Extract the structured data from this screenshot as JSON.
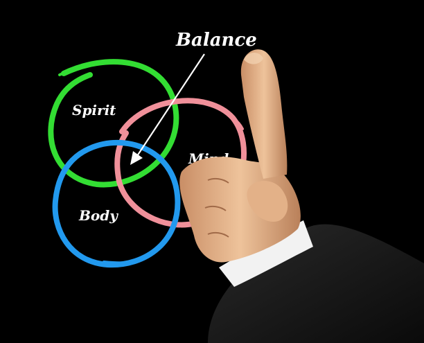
{
  "diagram": {
    "title": "Balance",
    "circles": [
      {
        "label": "Spirit",
        "color": "#33dd33"
      },
      {
        "label": "Mind",
        "color": "#f0909a"
      },
      {
        "label": "Body",
        "color": "#2299ee"
      }
    ]
  },
  "colors": {
    "background": "#000000",
    "arrow": "#ffffff",
    "skin": "#e8b98f",
    "sleeve": "#141414",
    "cuff": "#f2f2f2"
  }
}
